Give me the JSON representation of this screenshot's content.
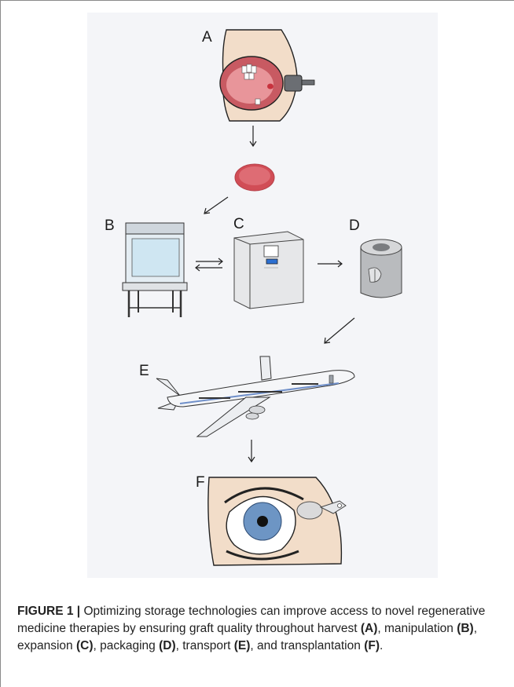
{
  "figure": {
    "panel_labels": {
      "a": "A",
      "b": "B",
      "c": "C",
      "d": "D",
      "e": "E",
      "f": "F"
    }
  },
  "caption": {
    "label": "FIGURE 1 |",
    "text_1": " Optimizing storage technologies can improve access to novel regenerative medicine therapies by ensuring graft quality throughout harvest ",
    "a": "(A)",
    "text_2": ", manipulation ",
    "b": "(B)",
    "text_3": ", expansion ",
    "c": "(C)",
    "text_4": ", packaging ",
    "d": "(D)",
    "text_5": ", transport ",
    "e": "(E)",
    "text_6": ", and transplantation ",
    "f": "(F)",
    "text_7": "."
  },
  "colors": {
    "panel_background": "#f4f5f8",
    "mouth_tissue": "#d9676f",
    "skin": "#f2ddc9",
    "steel": "#d9dadc",
    "iris": "#6d95c4",
    "airplane_stripe": "#6f8fc9"
  }
}
